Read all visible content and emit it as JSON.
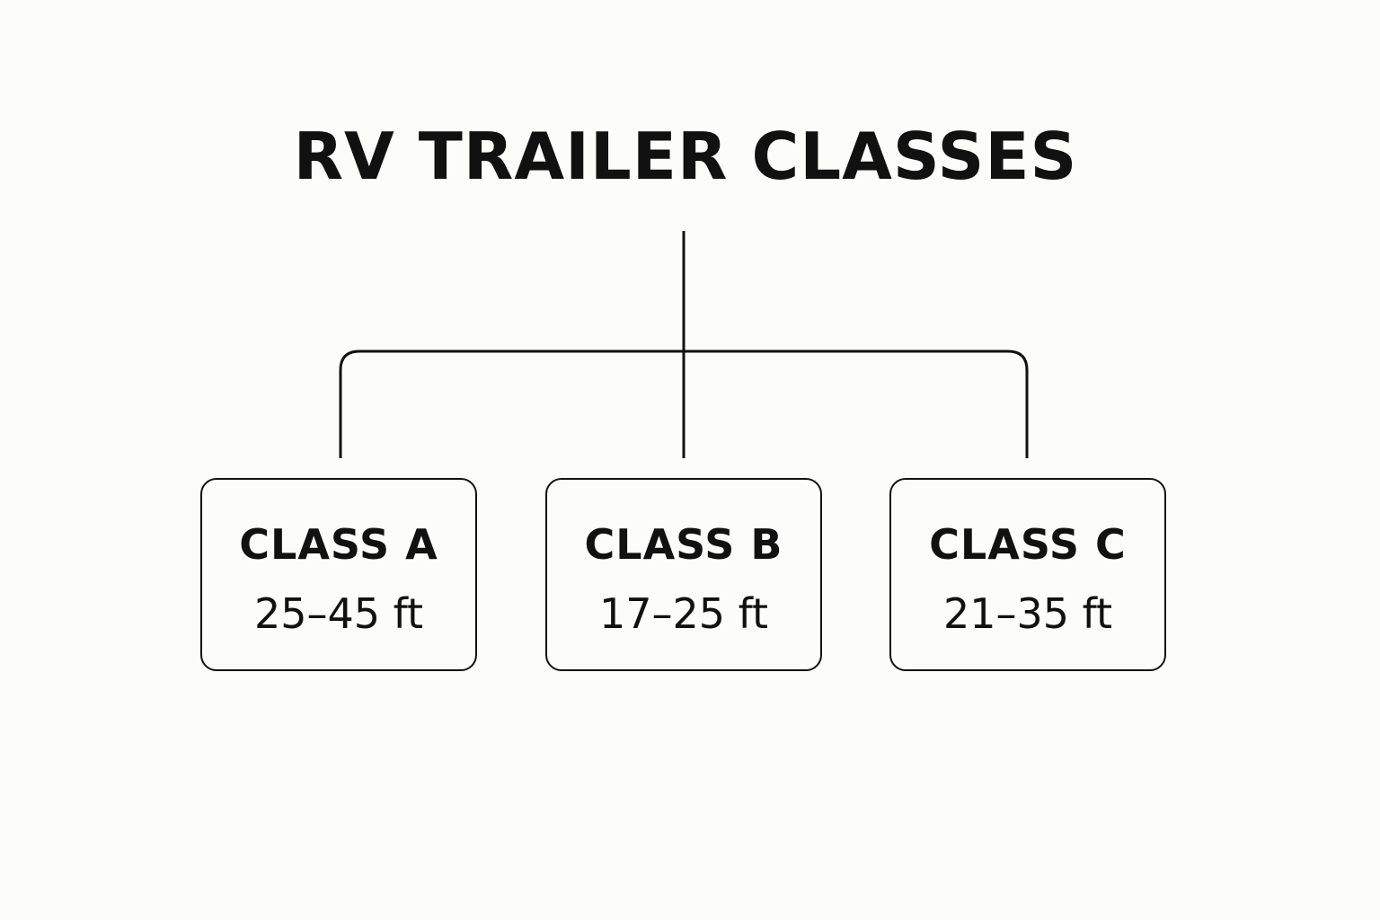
{
  "diagram": {
    "title": "RV TRAILER CLASSES",
    "classes": [
      {
        "name": "CLASS A",
        "length": "25–45 ft"
      },
      {
        "name": "CLASS B",
        "length": "17–25 ft"
      },
      {
        "name": "CLASS C",
        "length": "21–35 ft"
      }
    ]
  },
  "colors": {
    "background": "#fcfcf8",
    "ink": "#111111"
  }
}
